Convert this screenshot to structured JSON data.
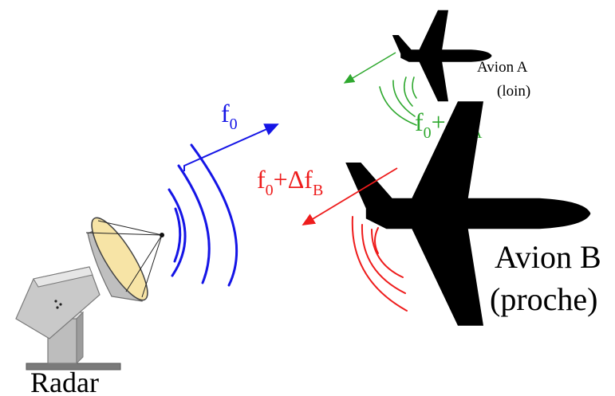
{
  "colors": {
    "emitted": "#1515e6",
    "echo_far": "#2ea82e",
    "echo_near": "#ee1c1c",
    "aircraft": "#000000",
    "dish_face": "#f7e4a6",
    "metal": "#c8c8c8"
  },
  "labels": {
    "radar": "Radar",
    "emitted_freq": {
      "base": "f",
      "sub": "0"
    },
    "echo_far_freq": {
      "base": "f",
      "sub": "0",
      "plus": "+Δf",
      "sub2": "A"
    },
    "echo_near_freq": {
      "base": "f",
      "sub": "0",
      "plus": "+Δf",
      "sub2": "B"
    },
    "plane_far": {
      "name": "Avion A",
      "note": "(loin)"
    },
    "plane_near": {
      "name": "Avion B",
      "note": "(proche)"
    }
  },
  "icons": [
    "radar-dish-icon",
    "airplane-icon"
  ]
}
